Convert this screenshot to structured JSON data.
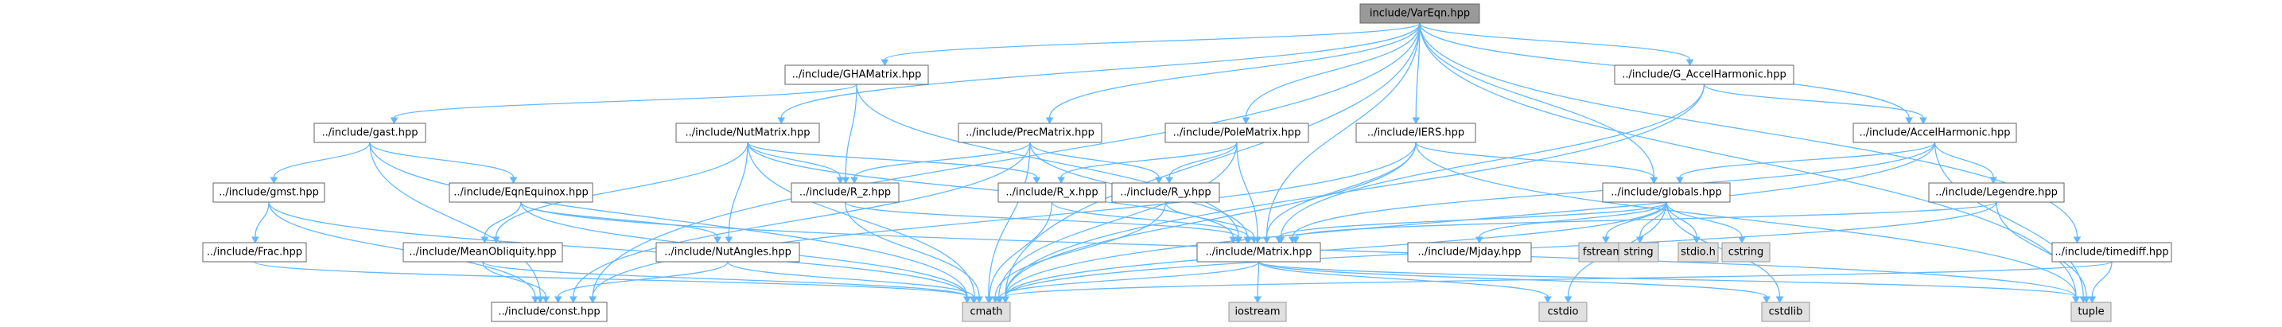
{
  "graph": {
    "edge_color": "#63b8ff",
    "nodes": {
      "varEqn": "include/VarEqn.hpp",
      "gham": "../include/GHAMatrix.hpp",
      "gaccel": "../include/G_AccelHarmonic.hpp",
      "gast": "../include/gast.hpp",
      "nutm": "../include/NutMatrix.hpp",
      "precm": "../include/PrecMatrix.hpp",
      "polem": "../include/PoleMatrix.hpp",
      "iers": "../include/IERS.hpp",
      "accel": "../include/AccelHarmonic.hpp",
      "gmst": "../include/gmst.hpp",
      "eqneq": "../include/EqnEquinox.hpp",
      "rz": "../include/R_z.hpp",
      "rx": "../include/R_x.hpp",
      "ry": "../include/R_y.hpp",
      "globals": "../include/globals.hpp",
      "legendre": "../include/Legendre.hpp",
      "frac": "../include/Frac.hpp",
      "meanobl": "../include/MeanObliquity.hpp",
      "nutang": "../include/NutAngles.hpp",
      "matrix": "../include/Matrix.hpp",
      "mjday": "../include/Mjday.hpp",
      "fstream": "fstream",
      "string": "string",
      "stdioh": "stdio.h",
      "cstring": "cstring",
      "timediff": "../include/timediff.hpp",
      "constf": "../include/const.hpp",
      "cmath": "cmath",
      "iostream": "iostream",
      "cstdio": "cstdio",
      "cstdlib": "cstdlib",
      "tuple": "tuple"
    }
  }
}
